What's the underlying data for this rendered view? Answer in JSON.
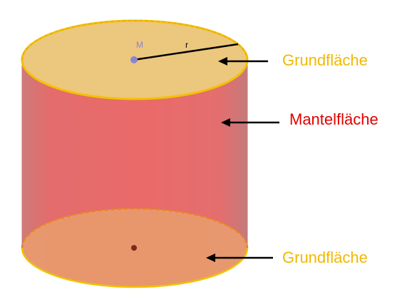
{
  "labels": {
    "center_point": "M",
    "radius": "r",
    "top_face": "Grundfläche",
    "lateral_surface": "Mantelfläche",
    "bottom_face": "Grundfläche"
  },
  "colors": {
    "base_face": "#ecc77e",
    "base_outline": "#f2c200",
    "lateral_surface": "#e76c6c",
    "lateral_edge": "#c97878",
    "bottom_face": "#e79a6c",
    "dashed_edge": "#e7881a",
    "center_point_top": "#8a84d6",
    "center_point_bottom": "#7a2a1a",
    "label_base": "#f2b800",
    "label_mantel": "#e00000",
    "arrow": "#000000"
  }
}
